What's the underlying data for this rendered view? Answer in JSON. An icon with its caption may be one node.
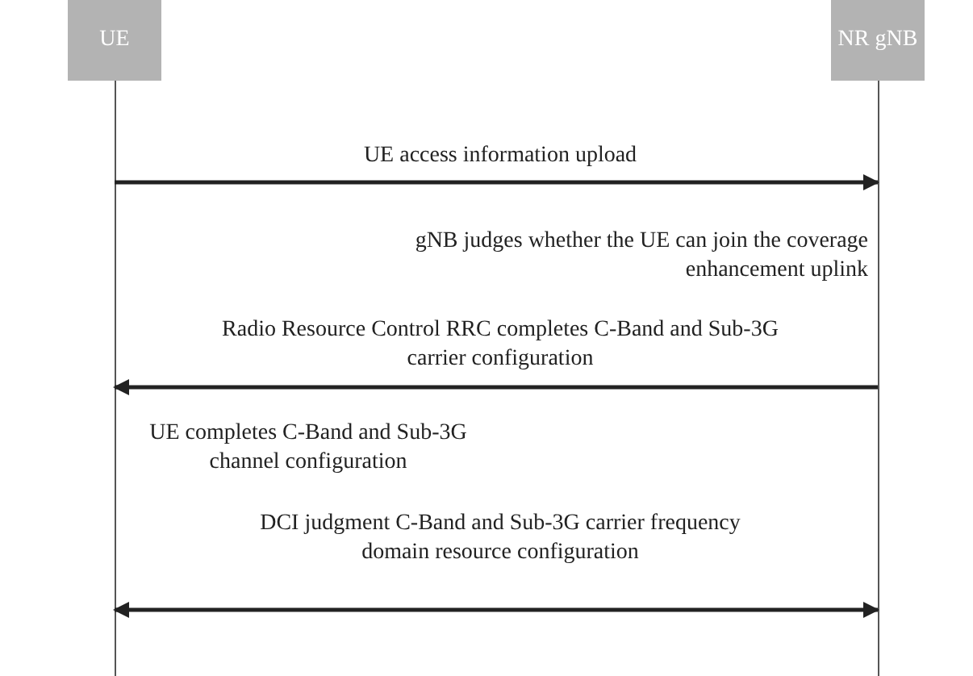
{
  "diagram": {
    "nodes": [
      {
        "text": [
          "UE"
        ]
      },
      {
        "text": [
          "NR gNB"
        ]
      }
    ],
    "edges": [
      {
        "from": 0,
        "to": 1,
        "arrow": "to",
        "label": "UE access information upload"
      },
      {
        "from": 1,
        "to": 0,
        "arrow": "to",
        "label": "Radio Resource Control RRC completes C-Band and Sub-3G carrier configuration"
      },
      {
        "from": 0,
        "to": 1,
        "arrow": "both",
        "label": "DCI judgment C-Band and Sub-3G carrier frequency domain resource configuration"
      }
    ],
    "labels": [
      "gNB judges whether the UE can join the coverage enhancement uplink",
      "UE completes C-Band and Sub-3G channel configuration"
    ]
  }
}
